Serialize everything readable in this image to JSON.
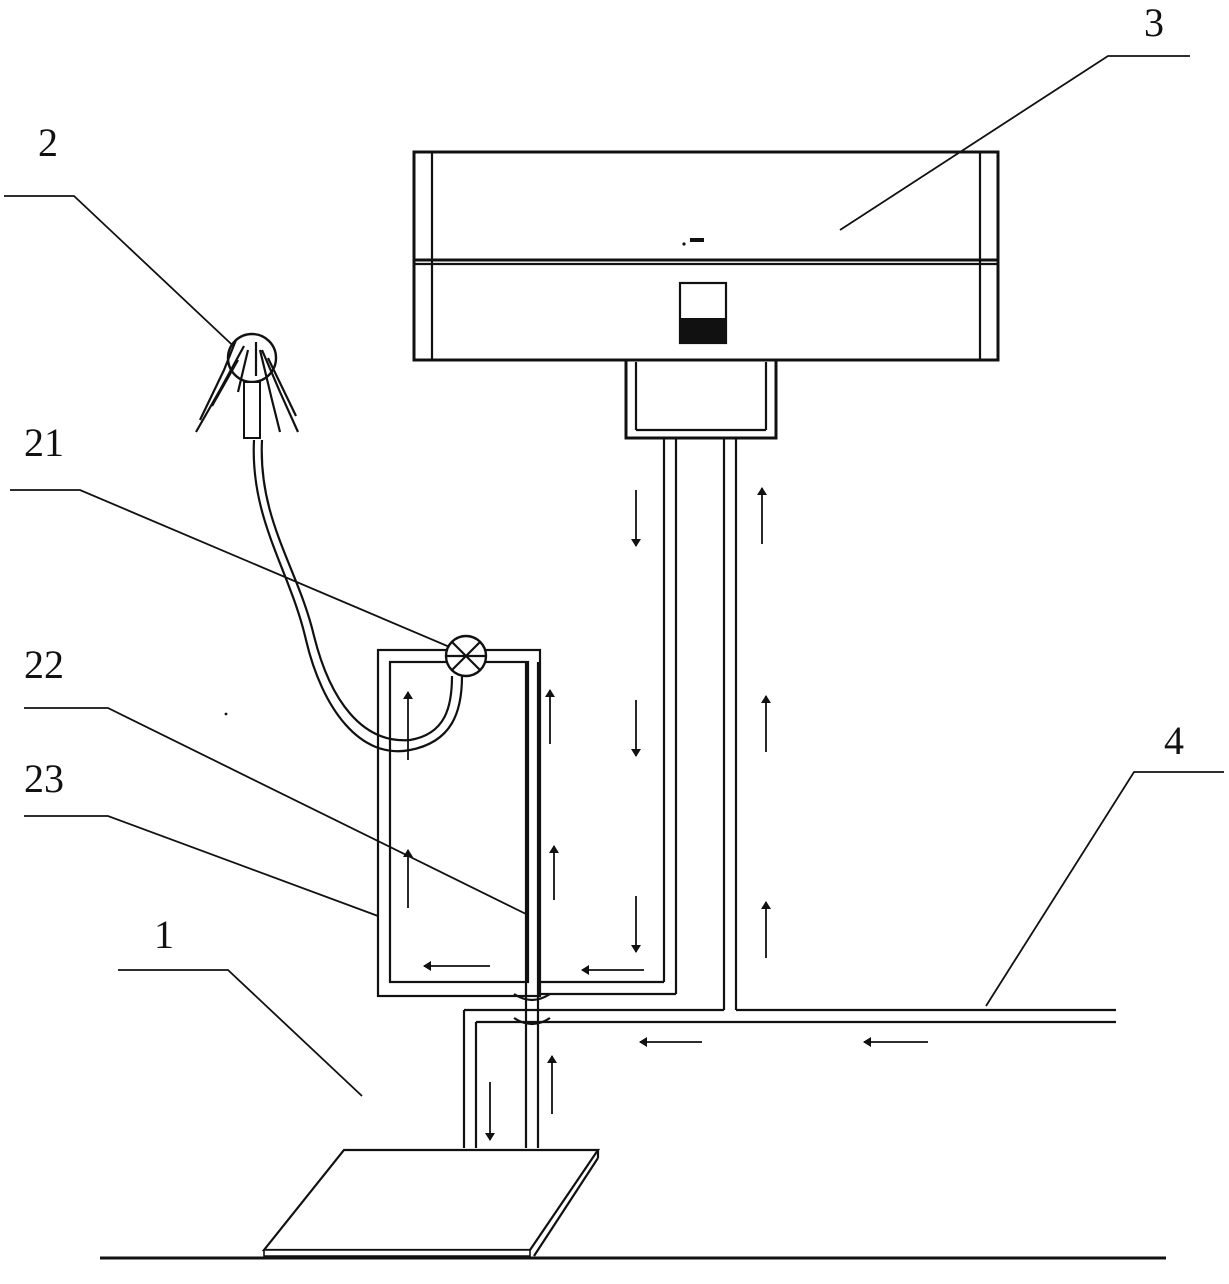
{
  "labels": {
    "base": "1",
    "shower_head": "2",
    "valve": "21",
    "riser_pipe": "22",
    "frame_pipe": "23",
    "heater": "3",
    "supply_line": "4"
  },
  "colors": {
    "line": "#111111",
    "background": "#ffffff"
  },
  "icons": {
    "valve": "crossed-circle-valve-icon",
    "flow_direction": "arrow-icon"
  }
}
